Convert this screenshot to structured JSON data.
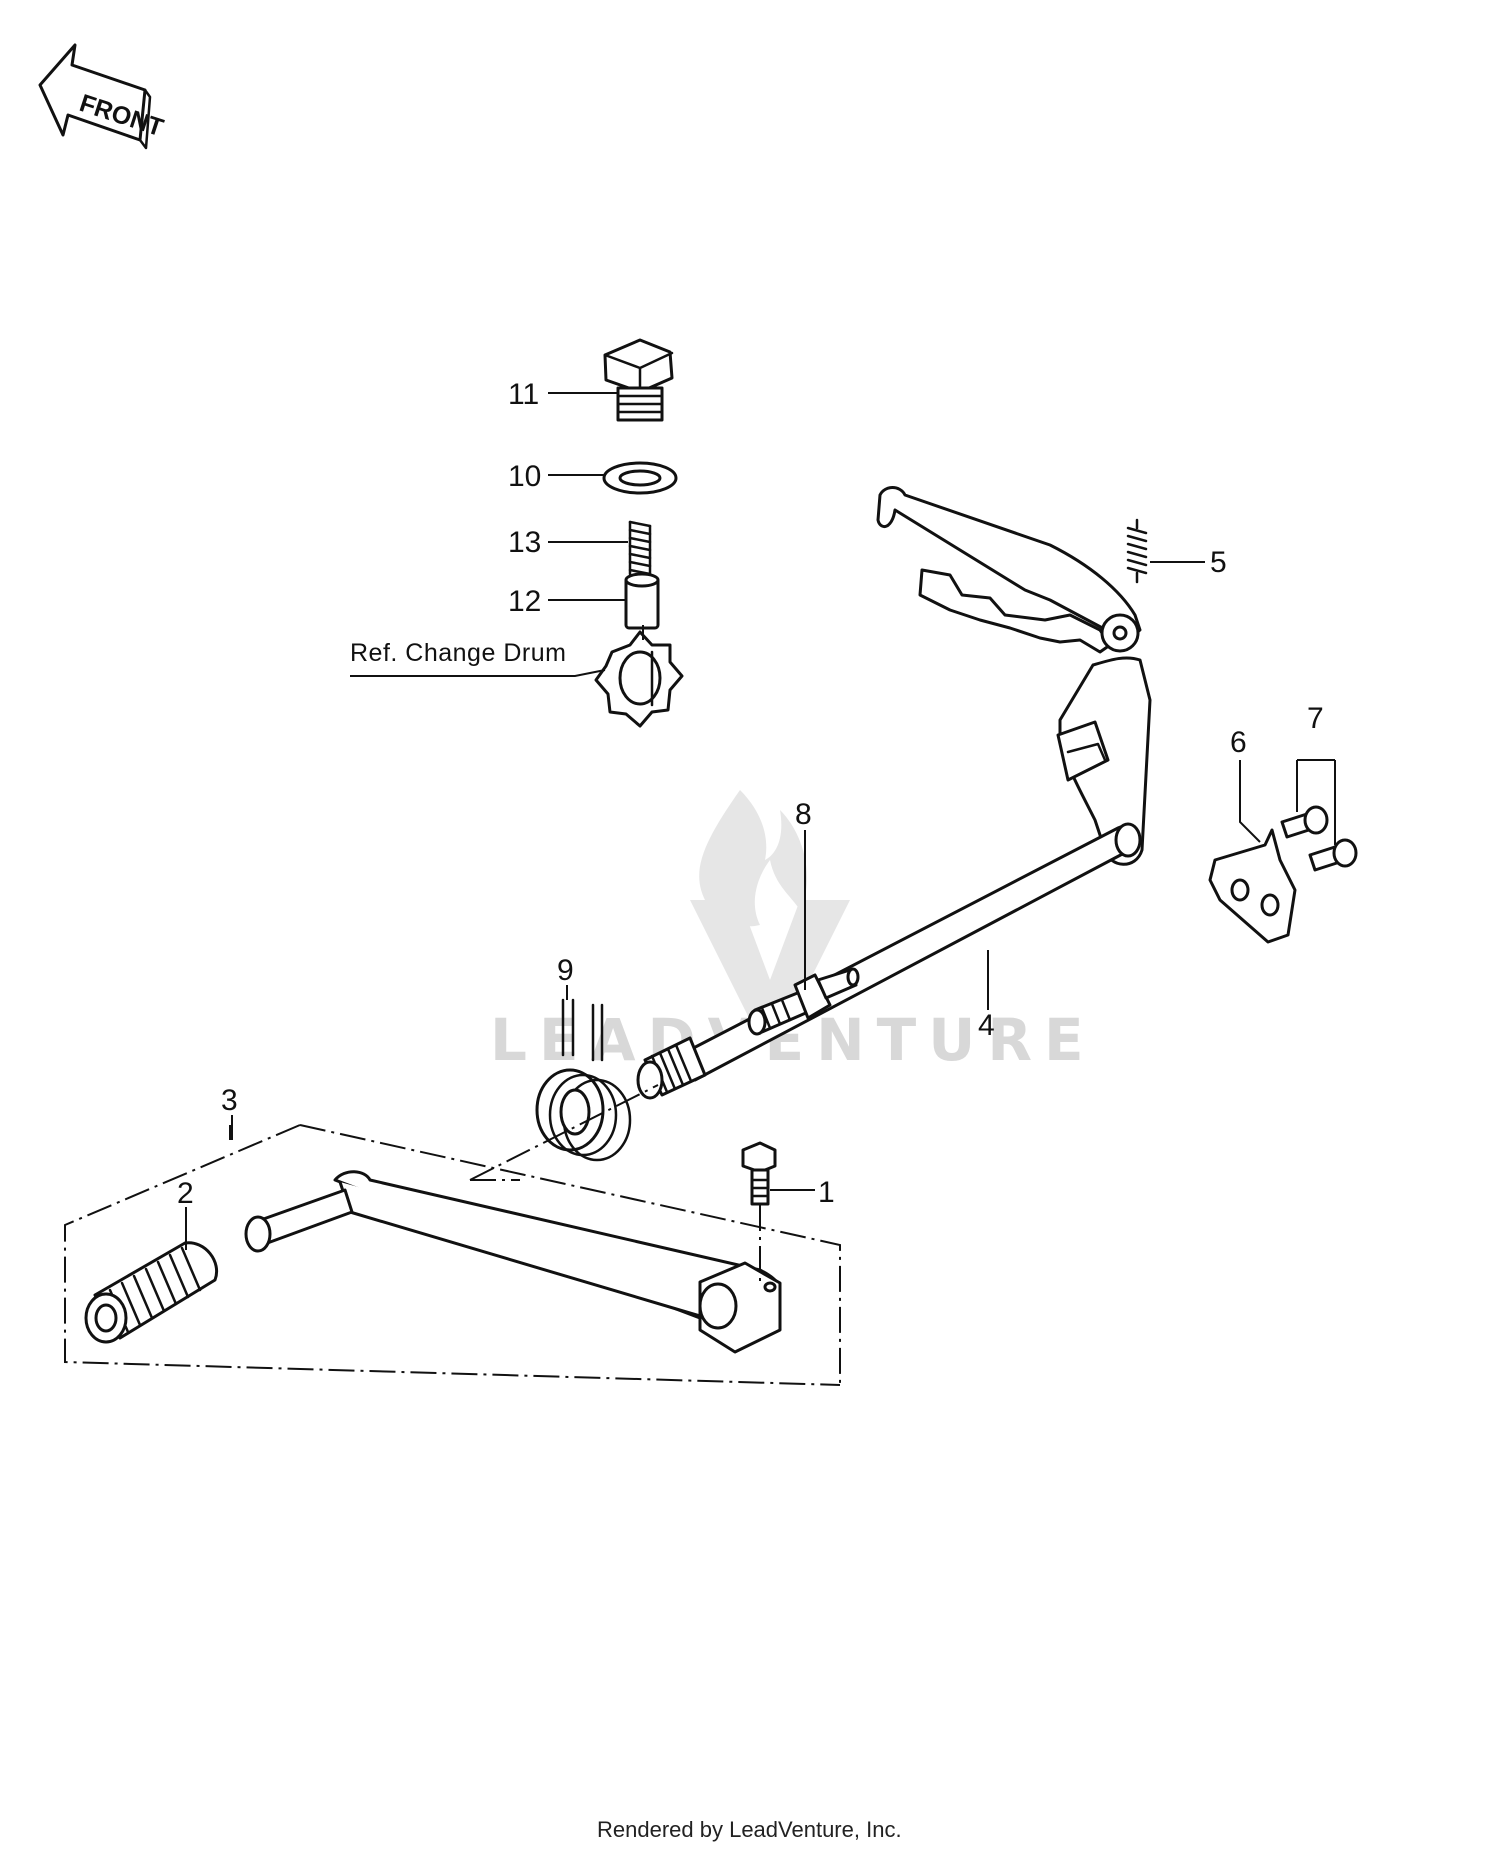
{
  "front_arrow": {
    "label": "FRONT"
  },
  "reference": {
    "text": "Ref. Change Drum"
  },
  "callouts": [
    "1",
    "2",
    "3",
    "4",
    "5",
    "6",
    "7",
    "8",
    "9",
    "10",
    "11",
    "12",
    "13"
  ],
  "watermark": {
    "brand": "LEADVENTURE"
  },
  "footer": {
    "text": "Rendered by LeadVenture, Inc."
  },
  "colors": {
    "ink": "#111111",
    "watermark": "#d8d8d8",
    "background": "#ffffff"
  }
}
